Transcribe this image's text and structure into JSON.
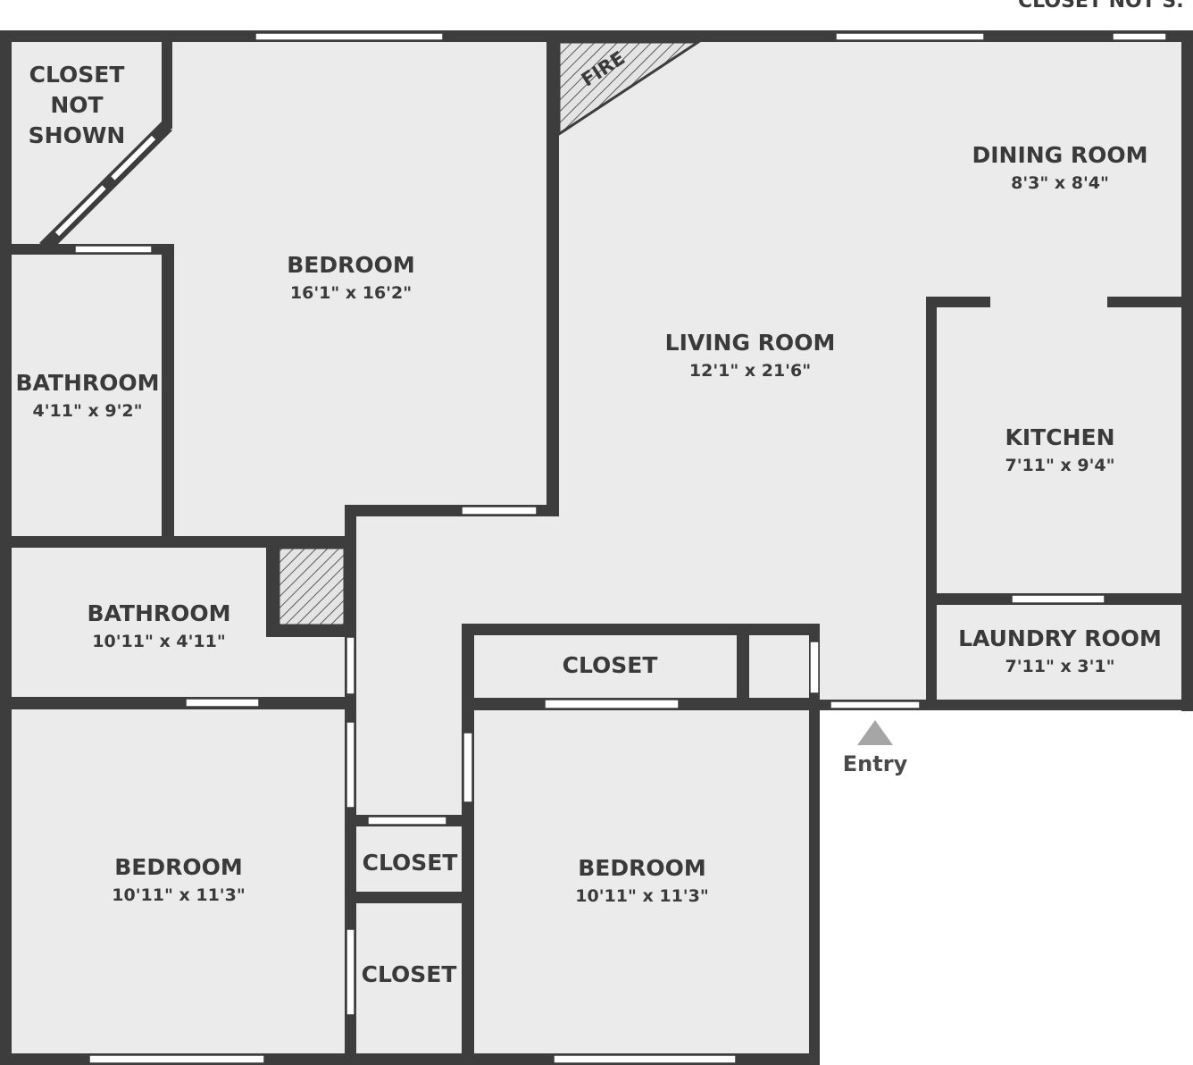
{
  "header_note": "CLOSET NOT S.",
  "rooms": {
    "closet_nw": {
      "line1": "CLOSET",
      "line2": "NOT",
      "line3": "SHOWN"
    },
    "bedroom_main": {
      "name": "BEDROOM",
      "dims": "16'1\" x 16'2\""
    },
    "bathroom_1": {
      "name": "BATHROOM",
      "dims": "4'11\" x 9'2\""
    },
    "bathroom_2": {
      "name": "BATHROOM",
      "dims": "10'11\" x 4'11\""
    },
    "living_room": {
      "name": "LIVING ROOM",
      "dims": "12'1\" x 21'6\""
    },
    "dining_room": {
      "name": "DINING ROOM",
      "dims": "8'3\" x 8'4\""
    },
    "kitchen": {
      "name": "KITCHEN",
      "dims": "7'11\" x 9'4\""
    },
    "laundry_room": {
      "name": "LAUNDRY ROOM",
      "dims": "7'11\" x 3'1\""
    },
    "closet_center": {
      "name": "CLOSET"
    },
    "closet_hall_1": {
      "name": "CLOSET"
    },
    "closet_hall_2": {
      "name": "CLOSET"
    },
    "bedroom_sw": {
      "name": "BEDROOM",
      "dims": "10'11\" x 11'3\""
    },
    "bedroom_s": {
      "name": "BEDROOM",
      "dims": "10'11\" x 11'3\""
    }
  },
  "fireplace_label": "FIRE",
  "entry_label": "Entry",
  "colors": {
    "wall": "#3d3d3d",
    "floor": "#ebebeb",
    "entry_marker": "#a6a6a6"
  }
}
